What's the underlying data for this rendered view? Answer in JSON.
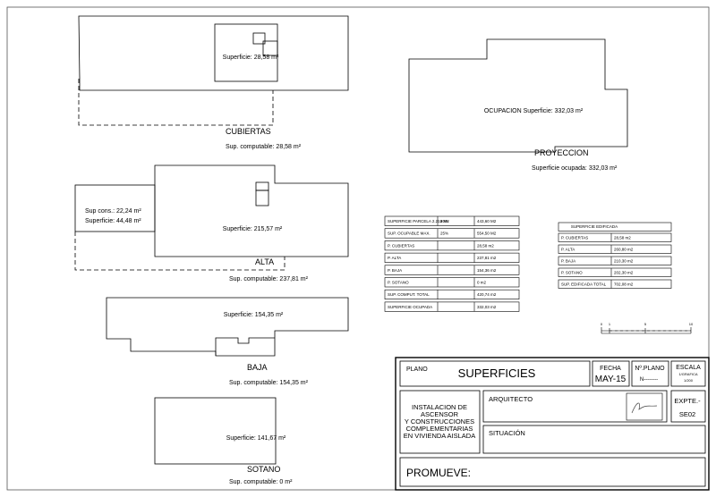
{
  "plans": {
    "cubiertas": {
      "title": "CUBIERTAS",
      "inner": "Superficie: 28,58 m²",
      "computable": "Sup. computable: 28,58 m²"
    },
    "proyeccion": {
      "title": "PROYECCION",
      "inner": "OCUPACION Superficie: 332,03 m²",
      "computable": "Superficie ocupada: 332,03 m²"
    },
    "alta": {
      "title": "ALTA",
      "cons": "Sup cons.: 22,24 m²",
      "sup": "Superficie: 44,48 m²",
      "inner": "Superficie: 215,57 m²",
      "computable": "Sup. computable: 237,81 m²"
    },
    "baja": {
      "title": "BAJA",
      "inner": "Superficie: 154,35 m²",
      "computable": "Sup. computable: 154,35 m²"
    },
    "sotano": {
      "title": "SOTANO",
      "inner": "Superficie: 141,67 m²",
      "computable": "Sup. computable: 0 m²"
    }
  },
  "table1": {
    "rows": [
      [
        "SUPERFICIE PARCELA 2.218 M2",
        "20%",
        "443,60 M2"
      ],
      [
        "SUP. OCUPABLE MAX.",
        "25%",
        "554,50 M2"
      ],
      [
        "P. CUBIERTAS",
        "",
        "28,58 m2"
      ],
      [
        "P. ALTA",
        "",
        "237,81 m2"
      ],
      [
        "P. BAJA",
        "",
        "154,36 m2"
      ],
      [
        "P. SOTANO",
        "",
        "0 m2"
      ],
      [
        "SUP. COMPUT. TOTAL",
        "",
        "420,74 m2"
      ],
      [
        "SUPERFICIE OCUPADA",
        "",
        "332,03 m2"
      ]
    ]
  },
  "table2": {
    "header": "SUPERFICIE EDIFICADA",
    "rows": [
      [
        "P. CUBIERTAS",
        "28,58 m2"
      ],
      [
        "P. ALTA",
        "260,80 m2"
      ],
      [
        "P. BAJA",
        "210,30 m2"
      ],
      [
        "P. SOTANO",
        "202,30 m2"
      ],
      [
        "SUP. EDIFICADA TOTAL",
        "702,08 m2"
      ]
    ]
  },
  "scale_bar": {
    "ticks": [
      "0",
      "1",
      "5",
      "10"
    ]
  },
  "title_block": {
    "plano_label": "PLANO",
    "plano_value": "SUPERFICIES",
    "fecha_label": "FECHA",
    "fecha_value": "MAY-15",
    "nplano_label": "Nº.PLANO",
    "nplano_value": "N--------",
    "escala_label": "ESCALA",
    "escala_sub1": "1/GRAFICA",
    "escala_sub2": "1/200",
    "project": [
      "INSTALACION DE",
      "ASCENSOR",
      "Y CONSTRUCCIONES",
      "COMPLEMENTARIAS",
      "EN VIVIENDA AISLADA"
    ],
    "arquitecto_label": "ARQUITECTO",
    "expte_label": "EXPTE.-",
    "expte_value": "SE02",
    "situacion_label": "SITUACIÓN",
    "promueve_label": "PROMUEVE:"
  }
}
